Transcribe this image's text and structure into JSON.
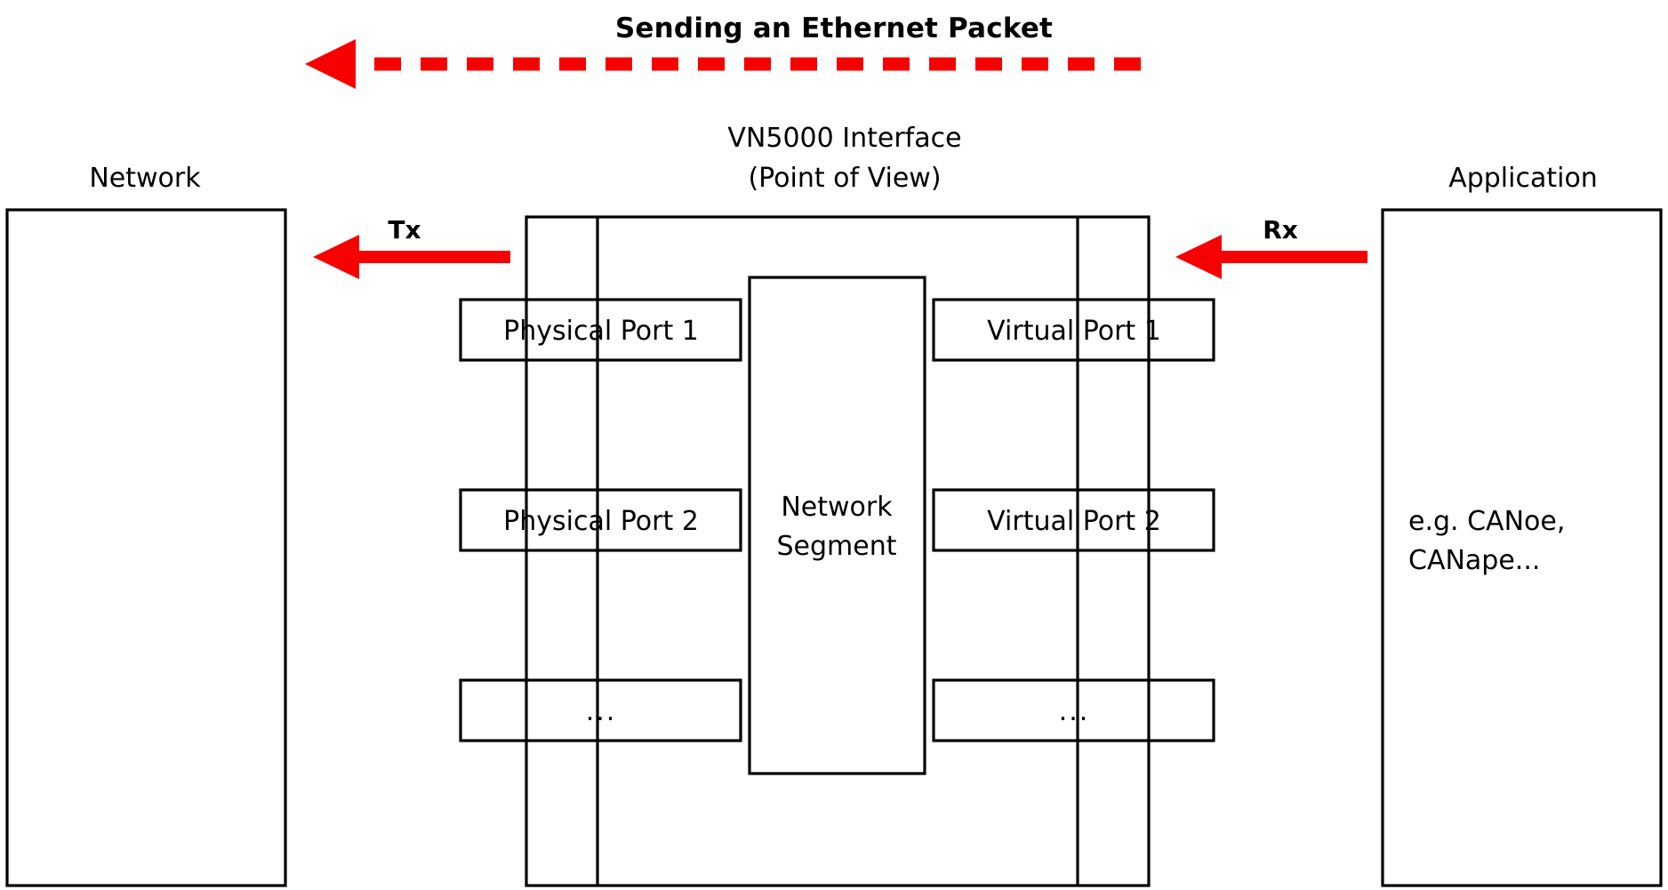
{
  "page": {
    "title": "Sending an Ethernet Packet",
    "background_color": "#ffffff",
    "accent_color": "#f70000",
    "line_color": "#000000"
  },
  "flow_arrow": {
    "name": "sending-an-ethernet-packet-flow",
    "style": "dashed",
    "direction": "right-to-left",
    "color": "#f70000"
  },
  "columns": {
    "left": {
      "label": "Network"
    },
    "center": {
      "label_line1": "VN5000 Interface",
      "label_line2": "(Point of View)"
    },
    "right": {
      "label": "Application",
      "body_line1": "e.g. CANoe,",
      "body_line2": "CANape..."
    }
  },
  "direction_labels": {
    "tx": "Tx",
    "rx": "Rx"
  },
  "physical_ports": [
    {
      "label": "Physical Port 1"
    },
    {
      "label": "Physical Port 2"
    },
    {
      "label": "..."
    }
  ],
  "virtual_ports": [
    {
      "label": "Virtual Port 1"
    },
    {
      "label": "Virtual Port 2"
    },
    {
      "label": "..."
    }
  ],
  "network_segment": {
    "label_line1": "Network",
    "label_line2": "Segment"
  }
}
